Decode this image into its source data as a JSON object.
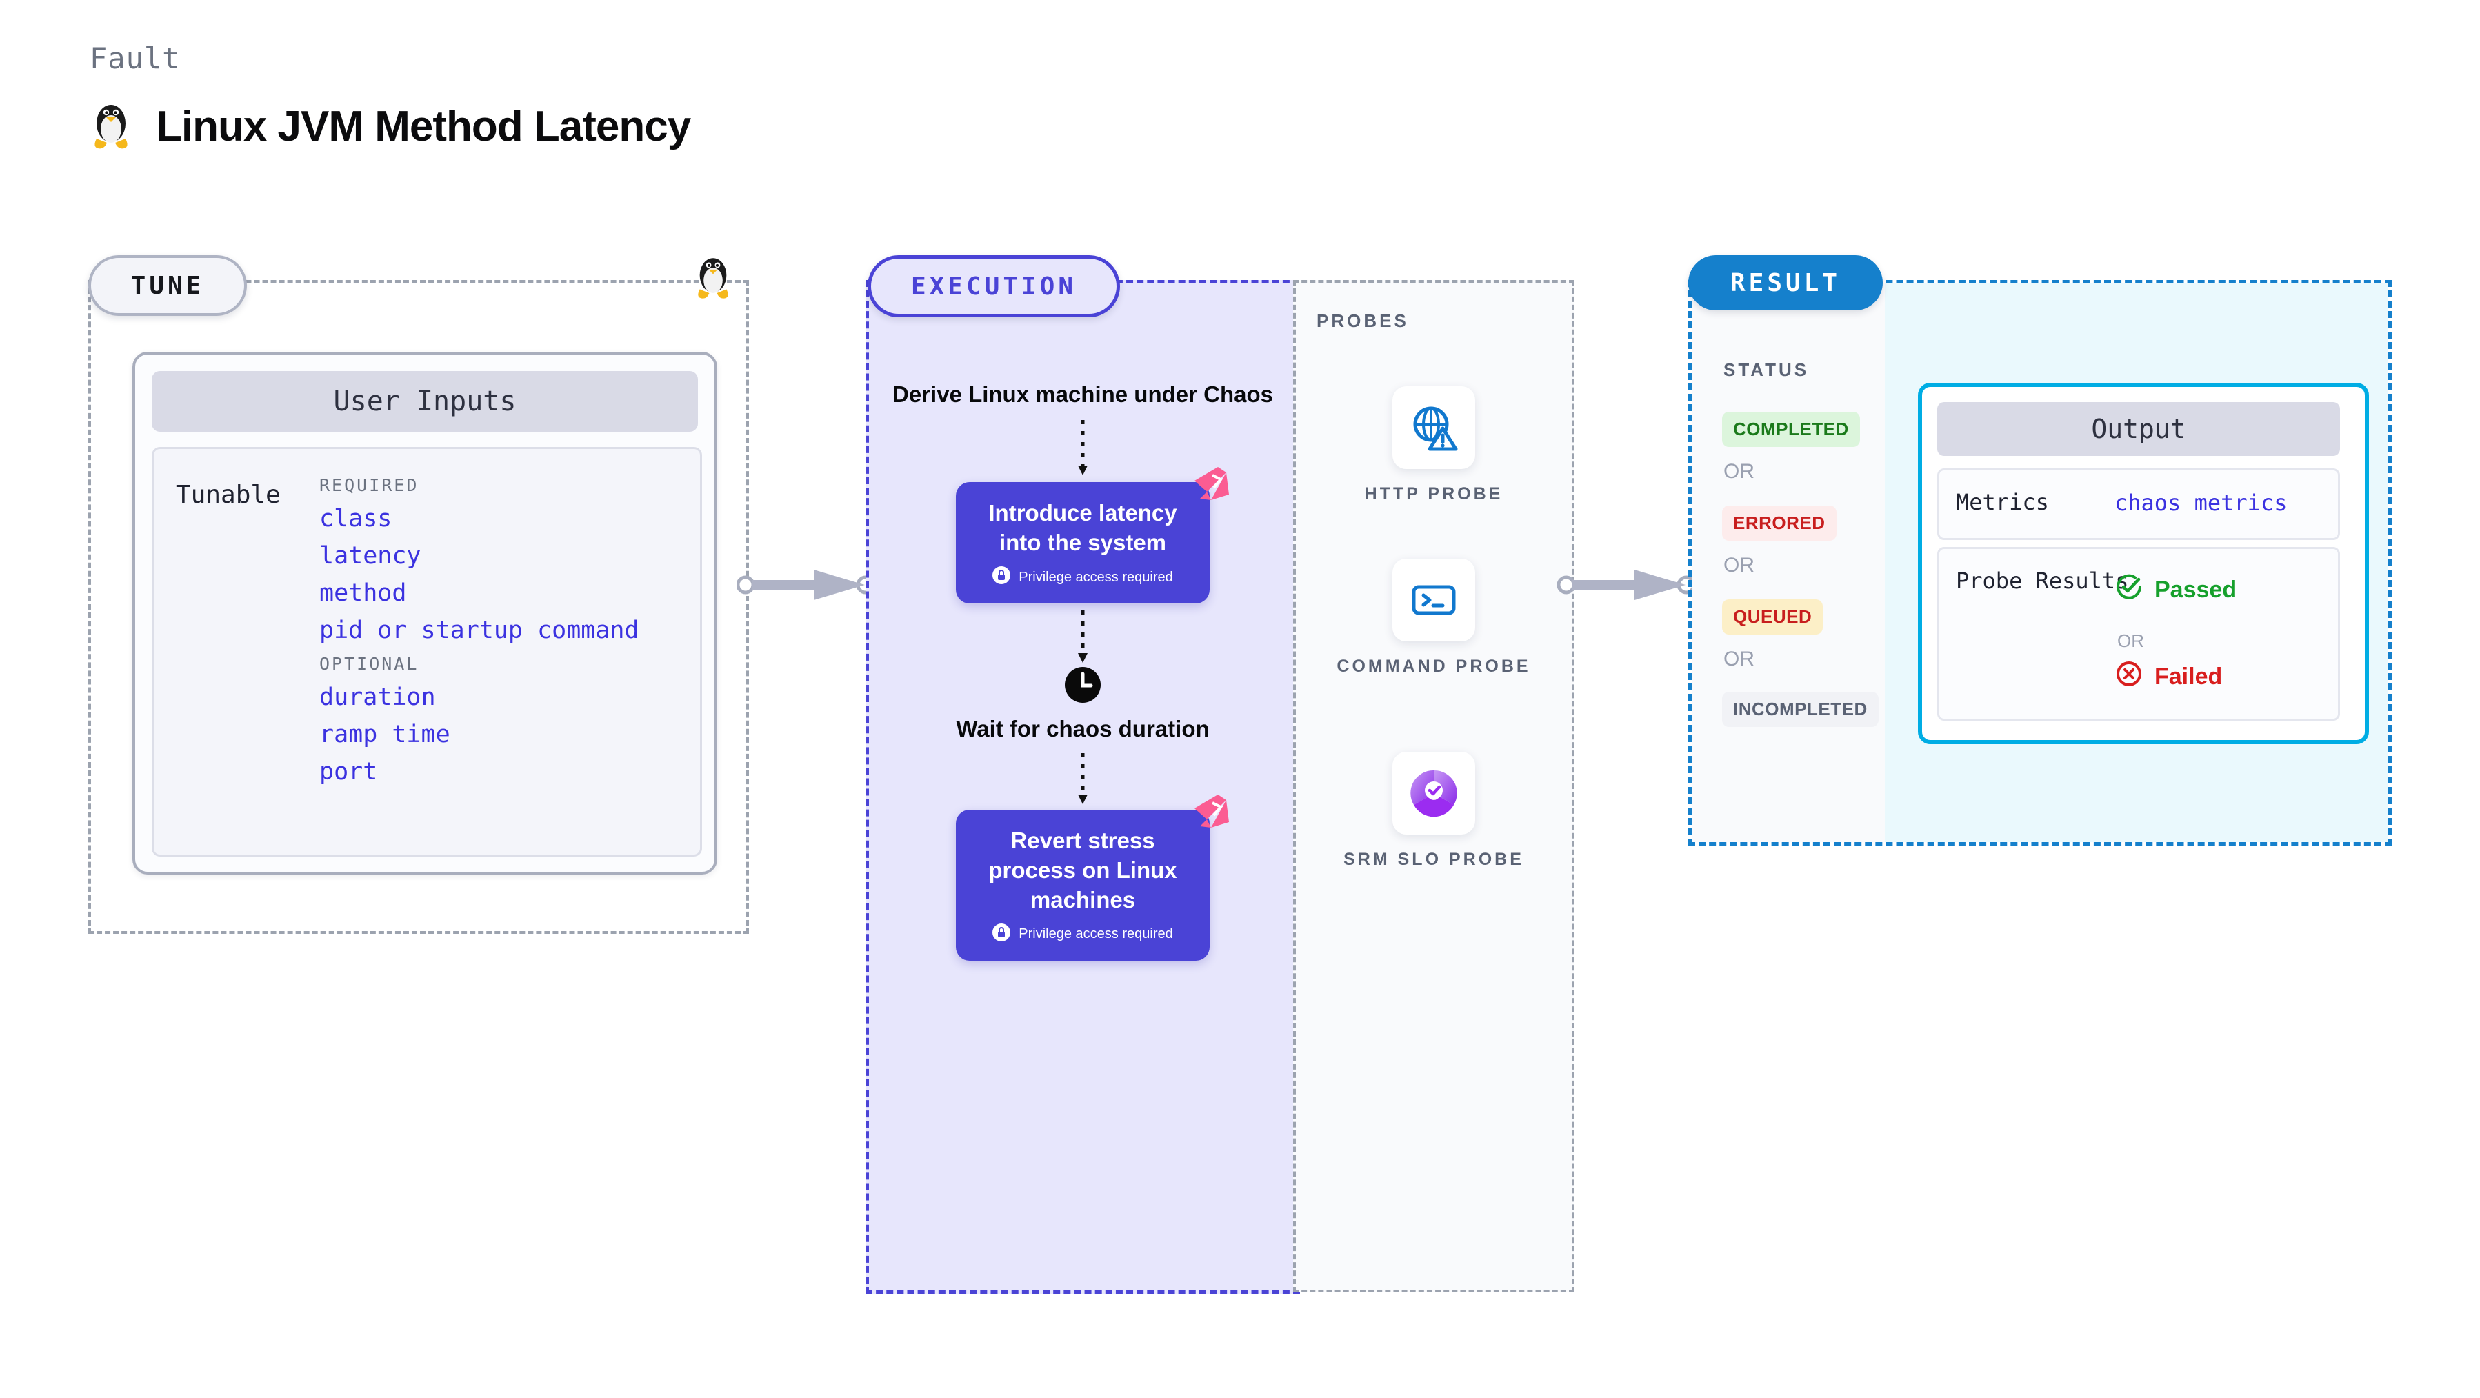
{
  "header": {
    "kicker": "Fault",
    "title": "Linux JVM Method Latency",
    "icon": "linux-penguin-icon"
  },
  "tune": {
    "badge": "TUNE",
    "card_title": "User Inputs",
    "tunable_label": "Tunable",
    "groups": [
      {
        "heading": "REQUIRED",
        "params": [
          "class",
          "latency",
          "method",
          "pid or startup command"
        ]
      },
      {
        "heading": "OPTIONAL",
        "params": [
          "duration",
          "ramp time",
          "port"
        ]
      }
    ],
    "mascot_icon": "linux-penguin-icon"
  },
  "execution": {
    "badge": "EXECUTION",
    "steps": [
      {
        "kind": "text",
        "label": "Derive Linux machine under Chaos"
      },
      {
        "kind": "action",
        "label": "Introduce latency into the system",
        "note": "Privilege access required",
        "note_icon": "lock-icon",
        "corner_icon": "chaos-badge-icon"
      },
      {
        "kind": "wait",
        "label": "Wait for chaos duration",
        "icon": "clock-icon"
      },
      {
        "kind": "action",
        "label": "Revert stress process on Linux machines",
        "note": "Privilege access required",
        "note_icon": "lock-icon",
        "corner_icon": "chaos-badge-icon"
      }
    ]
  },
  "probes": {
    "label": "PROBES",
    "items": [
      {
        "name": "HTTP PROBE",
        "icon": "globe-warning-icon"
      },
      {
        "name": "COMMAND PROBE",
        "icon": "terminal-icon"
      },
      {
        "name": "SRM SLO PROBE",
        "icon": "slo-donut-check-icon"
      }
    ]
  },
  "result": {
    "badge": "RESULT",
    "status_label": "STATUS",
    "or_label": "OR",
    "statuses": [
      {
        "label": "COMPLETED",
        "bg": "#DCF5DC",
        "fg": "#1B7A1B"
      },
      {
        "label": "ERRORED",
        "bg": "#FDECEC",
        "fg": "#C81E1E"
      },
      {
        "label": "QUEUED",
        "bg": "#FCEFC7",
        "fg": "#C81E1E"
      },
      {
        "label": "INCOMPLETED",
        "bg": "#F1F2F6",
        "fg": "#5A6274"
      }
    ],
    "output": {
      "title": "Output",
      "metrics_key": "Metrics",
      "metrics_value": "chaos metrics",
      "probe_key": "Probe Results",
      "passed_label": "Passed",
      "passed_icon": "check-circle-icon",
      "failed_label": "Failed",
      "failed_icon": "x-circle-icon",
      "or_label": "OR"
    }
  },
  "colors": {
    "purple": "#4A43D6",
    "exec_bg": "#E7E6FC",
    "result_blue": "#1580CC",
    "output_cyan": "#00ADE4",
    "output_bg": "#EAF9FD",
    "param_blue": "#3B32E0",
    "pink": "#FB5C92"
  }
}
